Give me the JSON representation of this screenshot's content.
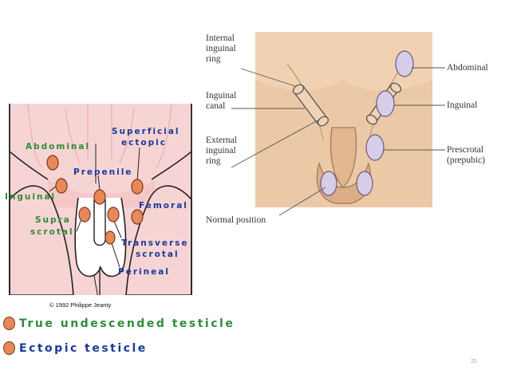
{
  "left_figure": {
    "labels": {
      "abdominal": "Abdominal",
      "superficial": "Superficial",
      "ectopic": "ectopic",
      "prepenile": "Prepenile",
      "inguinal": "Inguinal",
      "femoral": "Femoral",
      "supra": "Supra",
      "scrotal": "scrotal",
      "transverse": "Transverse",
      "scrotal2": "scrotal",
      "perineal": "Perineal"
    },
    "copyright": "© 1992 Philippe Jeanty"
  },
  "legend": {
    "true_undescended": "True undescended testicle",
    "ectopic": "Ectopic testicle"
  },
  "right_figure": {
    "labels": {
      "internal_1": "Internal",
      "internal_2": "inguinal",
      "internal_3": "ring",
      "canal_1": "Inguinal",
      "canal_2": "canal",
      "external_1": "External",
      "external_2": "inguinal",
      "external_3": "ring",
      "normal": "Normal position",
      "abdominal": "Abdominal",
      "inguinal": "Inguinal",
      "prescrotal_1": "Prescrotal",
      "prescrotal_2": "(prepubic)"
    }
  },
  "page_number": "25",
  "colors": {
    "green_label": "#2e8b3a",
    "blue_label": "#1a3a9a",
    "testis_fill": "#e8885a",
    "body_pink": "#f7d4d4",
    "skin": "#ecc9a6"
  }
}
